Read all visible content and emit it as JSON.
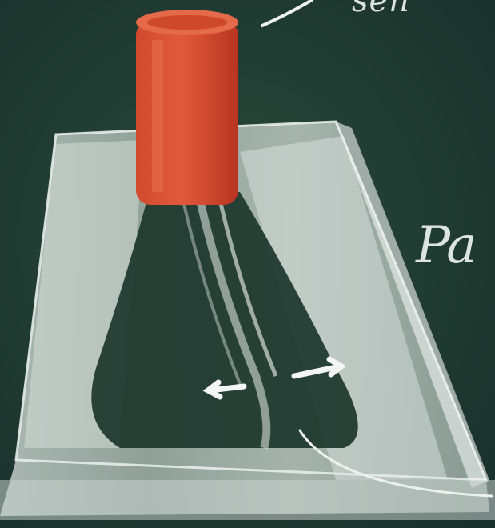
{
  "photo": {
    "scene": "chalkboard",
    "colors": {
      "board": "#1f3b30",
      "chalk": "#eef2ef",
      "cap": "#cc3a24"
    },
    "chalk_labels": {
      "top": "sen",
      "right": "Pa"
    }
  }
}
